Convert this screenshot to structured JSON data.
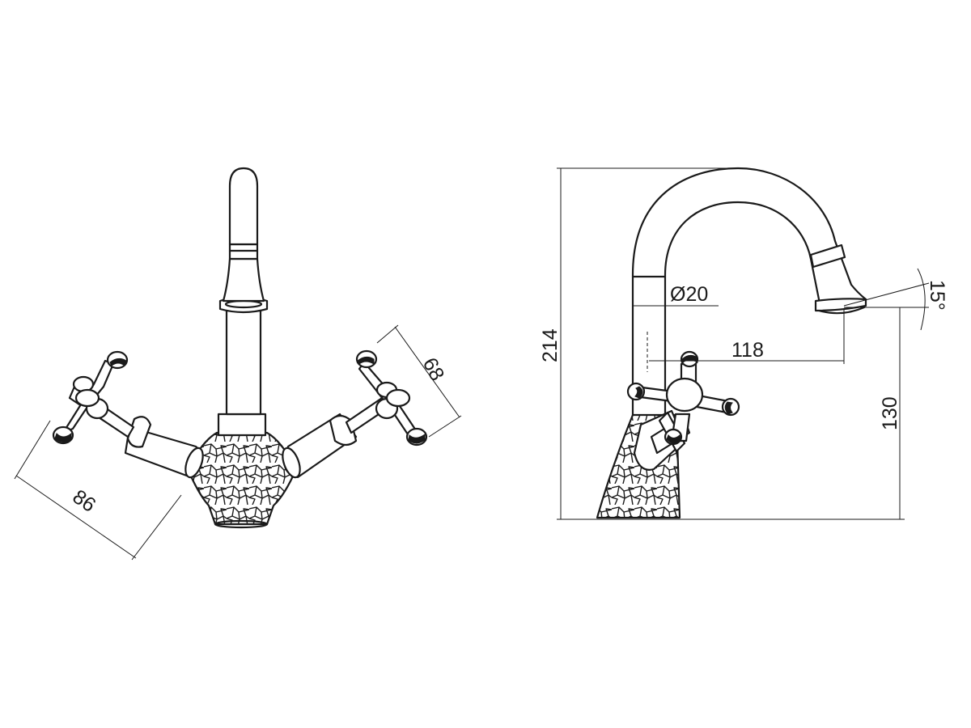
{
  "dimensions": {
    "left_view": {
      "handle_span": "86",
      "handle_depth": "68"
    },
    "right_view": {
      "total_height": "214",
      "pipe_diameter": "Ø20",
      "spout_reach": "118",
      "spout_height": "130",
      "spout_angle": "15°"
    }
  }
}
